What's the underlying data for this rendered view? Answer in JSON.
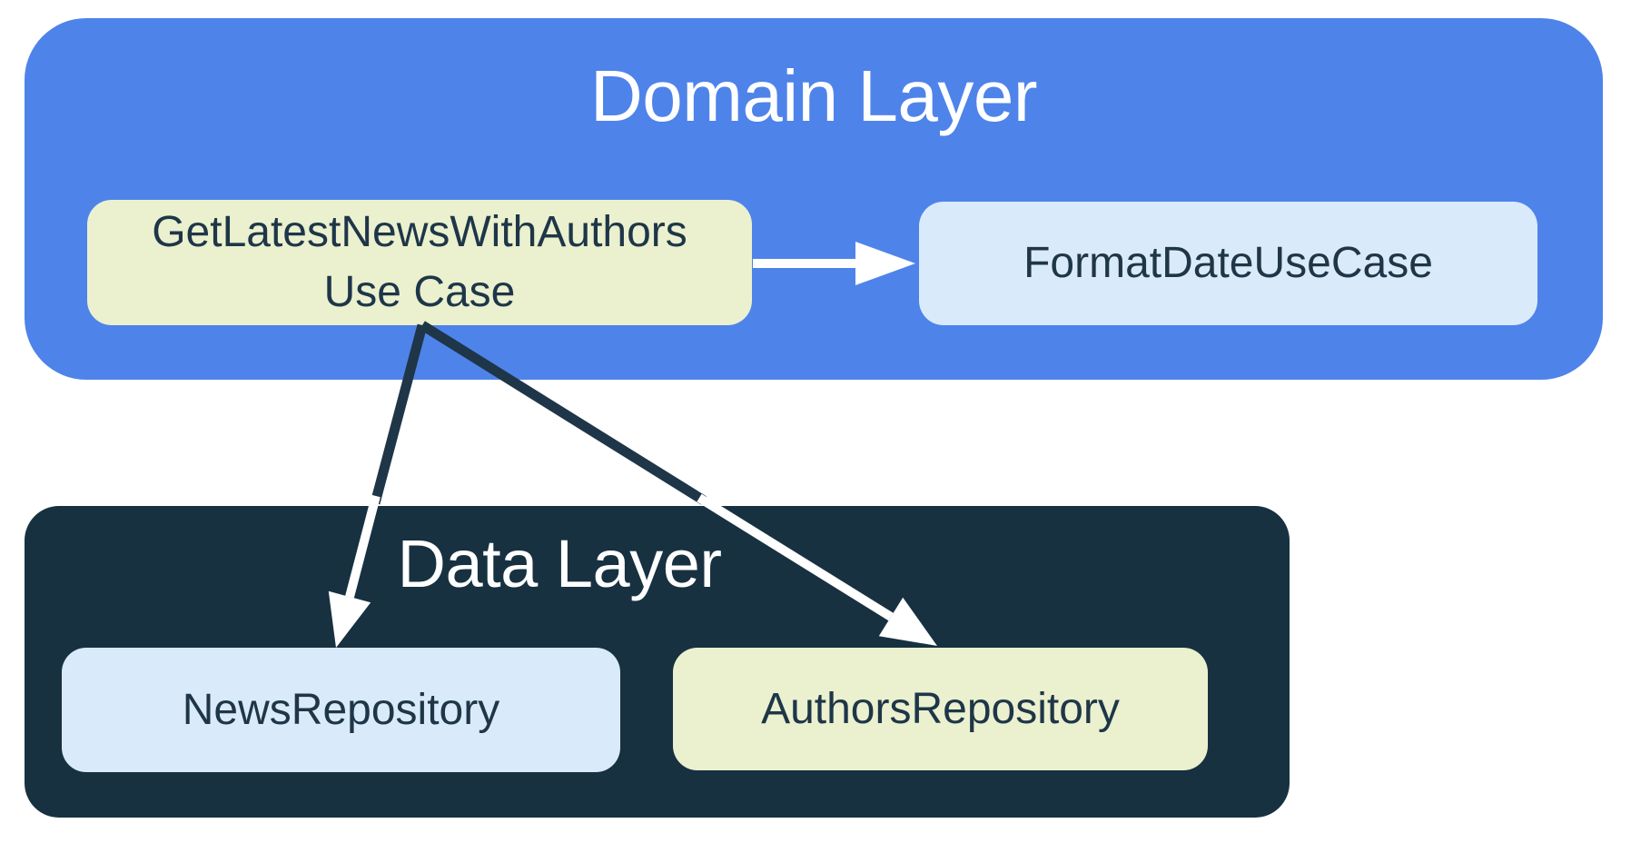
{
  "colors": {
    "background": "#ffffff",
    "domain_layer_fill": "#4e83ea",
    "data_layer_fill": "#173141",
    "pale_yellow_node_fill": "#ebf0ce",
    "light_blue_node_fill": "#d9eafb",
    "node_text": "#1e3648",
    "layer_title_text": "#ffffff",
    "arrow_dark": "#1e3648",
    "arrow_white": "#ffffff"
  },
  "domain_layer": {
    "title": "Domain Layer",
    "nodes": {
      "use_case": {
        "line1": "GetLatestNewsWithAuthors",
        "line2": "Use Case"
      },
      "format_date": {
        "label": "FormatDateUseCase"
      }
    }
  },
  "data_layer": {
    "title": "Data Layer",
    "nodes": {
      "news_repo": {
        "label": "NewsRepository"
      },
      "authors_repo": {
        "label": "AuthorsRepository"
      }
    }
  },
  "arrows": [
    {
      "from": "GetLatestNewsWithAuthors Use Case",
      "to": "FormatDateUseCase"
    },
    {
      "from": "GetLatestNewsWithAuthors Use Case",
      "to": "NewsRepository"
    },
    {
      "from": "GetLatestNewsWithAuthors Use Case",
      "to": "AuthorsRepository"
    }
  ]
}
